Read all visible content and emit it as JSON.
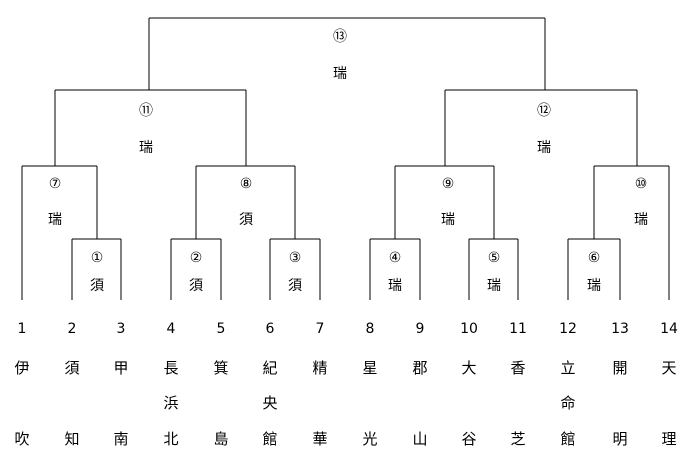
{
  "entrants": [
    {
      "seed": "1",
      "name": [
        "伊",
        "",
        "吹"
      ]
    },
    {
      "seed": "2",
      "name": [
        "須",
        "",
        "知"
      ]
    },
    {
      "seed": "3",
      "name": [
        "甲",
        "",
        "南"
      ]
    },
    {
      "seed": "4",
      "name": [
        "長",
        "浜",
        "北"
      ]
    },
    {
      "seed": "5",
      "name": [
        "箕",
        "",
        "島"
      ]
    },
    {
      "seed": "6",
      "name": [
        "紀",
        "央",
        "館"
      ]
    },
    {
      "seed": "7",
      "name": [
        "精",
        "",
        "華"
      ]
    },
    {
      "seed": "8",
      "name": [
        "星",
        "",
        "光"
      ]
    },
    {
      "seed": "9",
      "name": [
        "郡",
        "",
        "山"
      ]
    },
    {
      "seed": "10",
      "name": [
        "大",
        "",
        "谷"
      ]
    },
    {
      "seed": "11",
      "name": [
        "香",
        "",
        "芝"
      ]
    },
    {
      "seed": "12",
      "name": [
        "立",
        "命",
        "館"
      ]
    },
    {
      "seed": "13",
      "name": [
        "開",
        "",
        "明"
      ]
    },
    {
      "seed": "14",
      "name": [
        "天",
        "",
        "理"
      ]
    }
  ],
  "matches": [
    {
      "id": "m1",
      "label": "①",
      "winner": "須"
    },
    {
      "id": "m2",
      "label": "②",
      "winner": "須"
    },
    {
      "id": "m3",
      "label": "③",
      "winner": "須"
    },
    {
      "id": "m4",
      "label": "④",
      "winner": "瑞"
    },
    {
      "id": "m5",
      "label": "⑤",
      "winner": "瑞"
    },
    {
      "id": "m6",
      "label": "⑥",
      "winner": "瑞"
    },
    {
      "id": "m7",
      "label": "⑦",
      "winner": "瑞"
    },
    {
      "id": "m8",
      "label": "⑧",
      "winner": "須"
    },
    {
      "id": "m9",
      "label": "⑨",
      "winner": "瑞"
    },
    {
      "id": "m10",
      "label": "⑩",
      "winner": "瑞"
    },
    {
      "id": "m11",
      "label": "⑪",
      "winner": "瑞"
    },
    {
      "id": "m12",
      "label": "⑫",
      "winner": "瑞"
    },
    {
      "id": "m13",
      "label": "⑬",
      "winner": "瑞"
    }
  ]
}
